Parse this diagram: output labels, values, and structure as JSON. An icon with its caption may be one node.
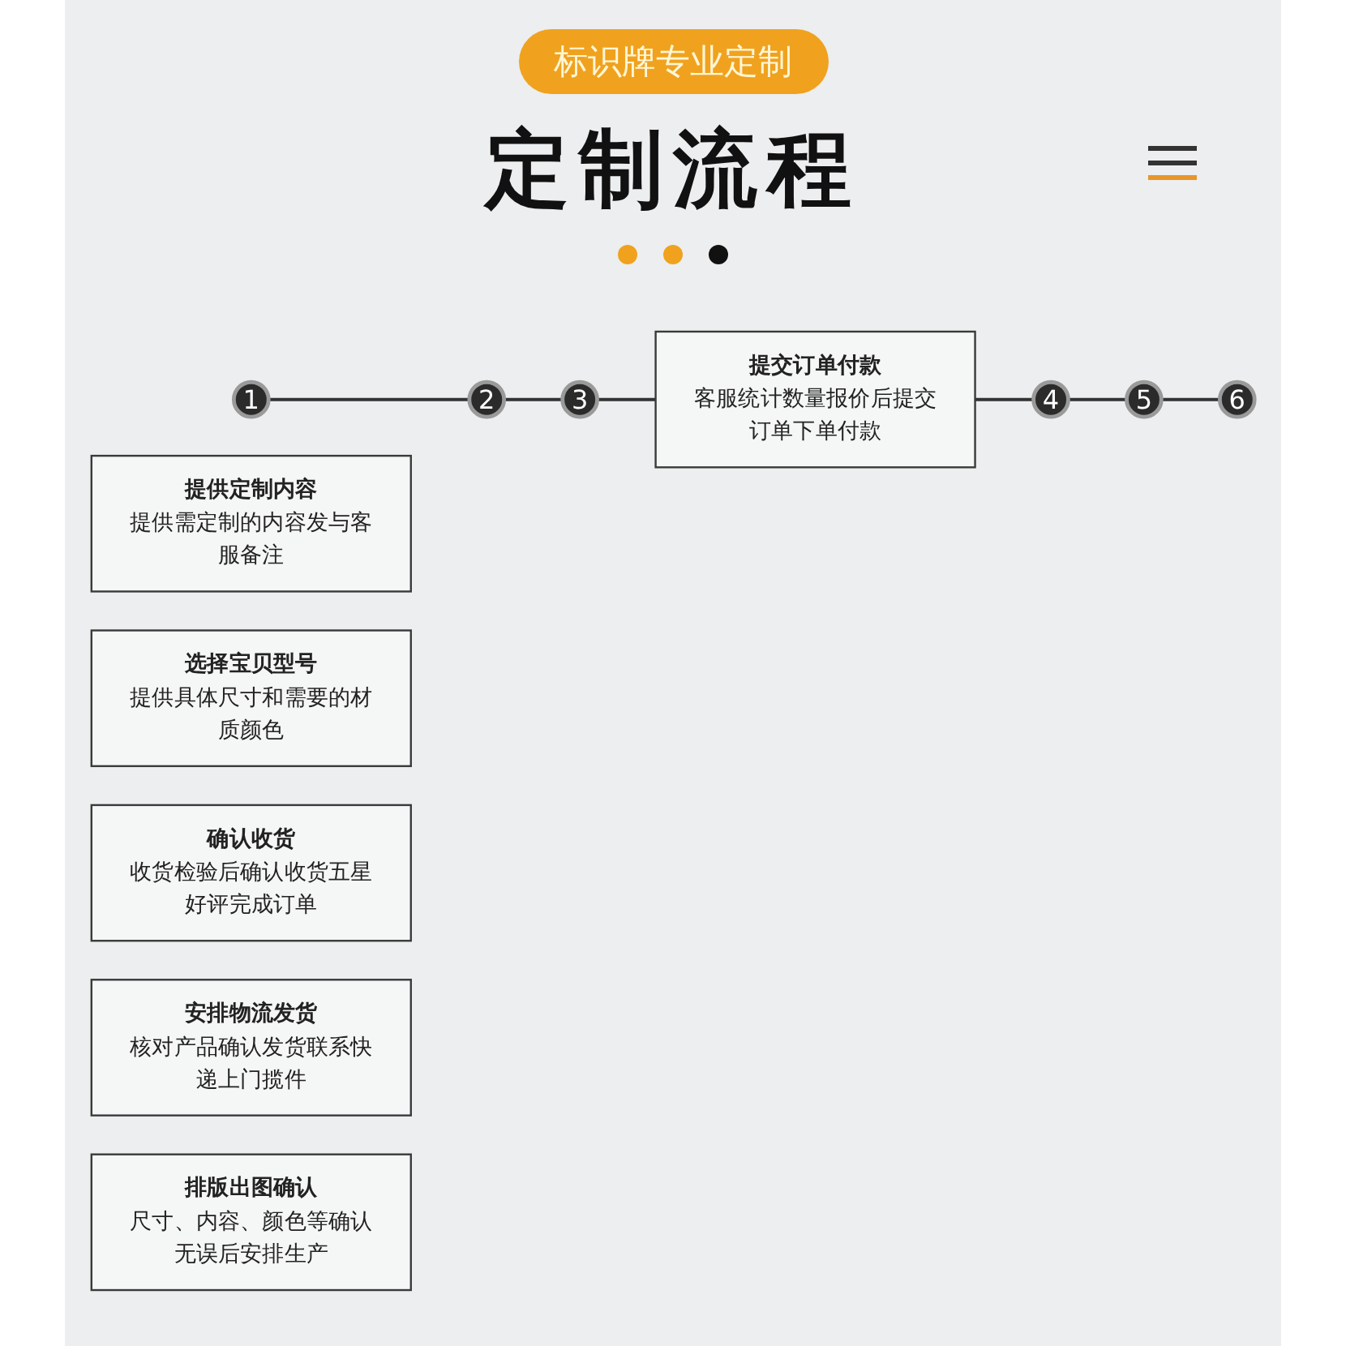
{
  "diagram": {
    "title": "定制流程",
    "nodes": [
      {
        "text": [
          "1"
        ]
      },
      {
        "text": [
          "2"
        ]
      },
      {
        "text": [
          "3"
        ]
      },
      {
        "text": [
          "提供定制内容",
          "提供需定制的内容发与客服备注"
        ]
      },
      {
        "text": [
          "选择宝贝型号",
          "提供具体尺寸和需要的材质颜色"
        ]
      },
      {
        "text": [
          "提交订单付款",
          "客服统计数量报价后提交订单下单付款"
        ]
      },
      {
        "text": [
          "6"
        ]
      },
      {
        "text": [
          "5"
        ]
      },
      {
        "text": [
          "4"
        ]
      },
      {
        "text": [
          "确认收货",
          "收货检验后确认收货五星好评完成订单"
        ]
      },
      {
        "text": [
          "安排物流发货",
          "核对产品确认发货联系快递上门揽件"
        ]
      },
      {
        "text": [
          "排版出图确认",
          "尺寸、内容、颜色等确认无误后安排生产"
        ]
      }
    ],
    "edges": [
      {
        "from": 0,
        "to": 1,
        "arrow": "none"
      },
      {
        "from": 1,
        "to": 2,
        "arrow": "none"
      },
      {
        "from": 2,
        "to": 5,
        "arrow": "none"
      },
      {
        "from": 5,
        "to": 8,
        "arrow": "none"
      },
      {
        "from": 8,
        "to": 7,
        "arrow": "none"
      },
      {
        "from": 7,
        "to": 6,
        "arrow": "none"
      }
    ],
    "labels": [
      "标识牌专业定制"
    ]
  }
}
